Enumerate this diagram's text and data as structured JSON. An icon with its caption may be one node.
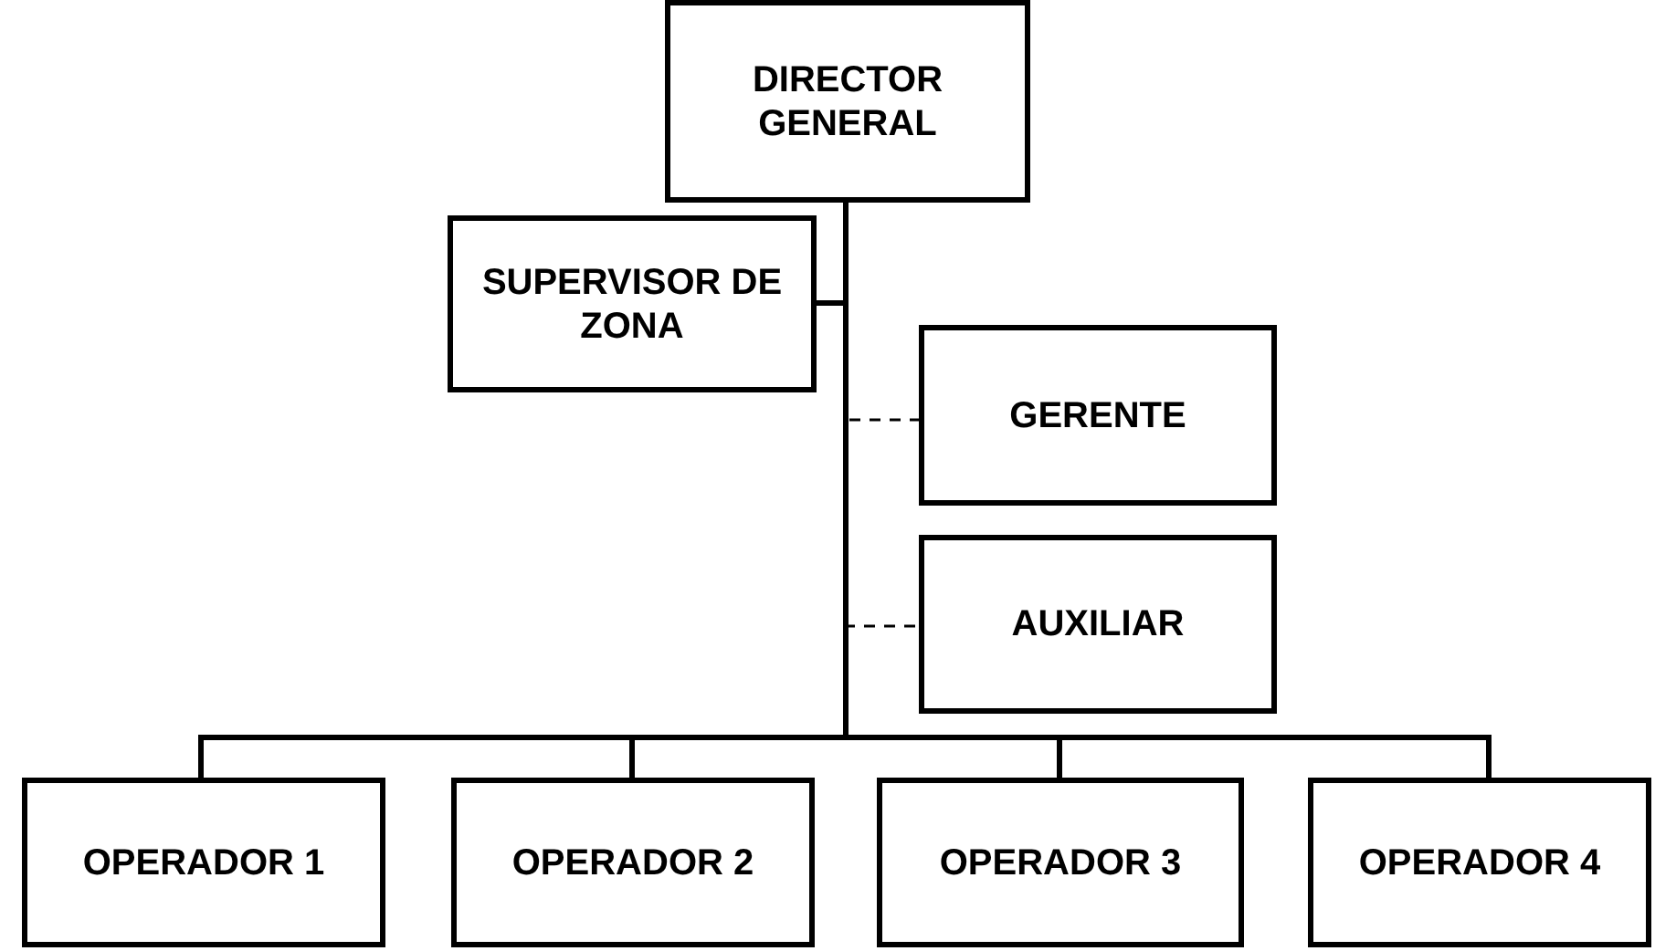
{
  "diagram": {
    "nodes": [
      {
        "text": [
          "DIRECTOR GENERAL"
        ]
      },
      {
        "text": [
          "SUPERVISOR DE ZONA"
        ]
      },
      {
        "text": [
          "GERENTE"
        ]
      },
      {
        "text": [
          "AUXILIAR"
        ]
      },
      {
        "text": [
          "OPERADOR 1"
        ]
      },
      {
        "text": [
          "OPERADOR 2"
        ]
      },
      {
        "text": [
          "OPERADOR 3"
        ]
      },
      {
        "text": [
          "OPERADOR 4"
        ]
      }
    ],
    "edges": [
      {
        "from": 0,
        "to": 1,
        "arrow": "none"
      },
      {
        "from": 0,
        "to": 2,
        "arrow": "none",
        "style": "dashed"
      },
      {
        "from": 0,
        "to": 3,
        "arrow": "none",
        "style": "dashed"
      },
      {
        "from": 0,
        "to": 4,
        "arrow": "none"
      },
      {
        "from": 0,
        "to": 5,
        "arrow": "none"
      },
      {
        "from": 0,
        "to": 6,
        "arrow": "none"
      },
      {
        "from": 0,
        "to": 7,
        "arrow": "none"
      }
    ]
  }
}
